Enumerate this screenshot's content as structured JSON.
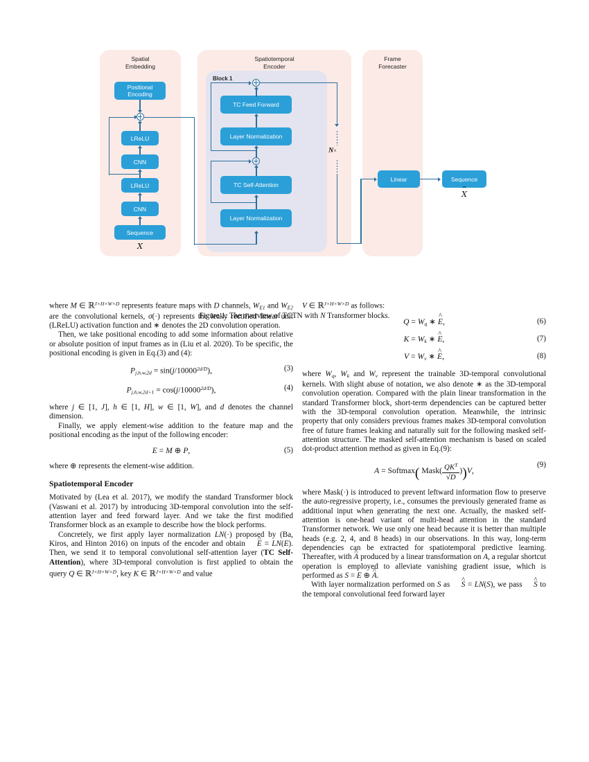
{
  "figure": {
    "panels": [
      {
        "title": "Spatial\nEmbedding"
      },
      {
        "title": "Spatiotemporal\nEncoder"
      },
      {
        "title": "Frame\nForecaster"
      }
    ],
    "block_label": "Block 1",
    "spatial_boxes": [
      {
        "label": "Positional\nEncoding"
      },
      {
        "label": "LReLU"
      },
      {
        "label": "CNN"
      },
      {
        "label": "LReLU"
      },
      {
        "label": "CNN"
      },
      {
        "label": "Sequence"
      }
    ],
    "encoder_boxes": [
      {
        "label": "TC Feed Forward"
      },
      {
        "label": "Layer Normalization"
      },
      {
        "label": "TC Self-Attention"
      },
      {
        "label": "Layer Normalization"
      }
    ],
    "forecaster_boxes": [
      {
        "label": "Linear"
      },
      {
        "label": "Sequence"
      }
    ],
    "repeat_label": "N",
    "repeat_times": "×",
    "input_symbol": "ᵏ3",
    "input_symbol_text": "X",
    "output_symbol_text": "X",
    "colors": {
      "box_blue": "#2b9fd8",
      "panel_pink": "#fbeae6",
      "subpanel_lavender": "#e3e4ef",
      "arrow_blue": "#2c6e9c"
    },
    "caption_prefix": "Figure 1: The overview of TCTN with ",
    "caption_var": "N",
    "caption_suffix": " Transformer blocks."
  },
  "left_column": {
    "p1_a": "where ",
    "p1_b": " represents feature maps with ",
    "p1_c": " channels, ",
    "p1_d": " and ",
    "p1_e": " are the convolutional kernels, ",
    "p1_f": " represents the leaky rectified linear unit (LReLU) activation function and ",
    "p1_g": " denotes the 2D convolution operation.",
    "p2": "Then, we take positional encoding to add some information about relative or absolute position of input frames as in (Liu et al. 2020). To be specific, the positional encoding is given in Eq.(3) and (4):",
    "eq3_num": "(3)",
    "eq4_num": "(4)",
    "p3_a": "where ",
    "p3_b": ", ",
    "p3_c": ", ",
    "p3_d": ", and ",
    "p3_e": " denotes the channel dimension.",
    "p4": "Finally, we apply element-wise addition to the feature map and the positional encoding as the input of the following encoder:",
    "eq5_num": "(5)",
    "p5_a": "where ",
    "p5_b": " represents the element-wise addition.",
    "section_heading": "Spatiotemporal Encoder",
    "p6": "Motivated by (Lea et al. 2017), we modify the standard Transformer block (Vaswani et al. 2017) by introducing 3D-temporal convolution into the self-attention layer and feed forward layer. And we take the first modified Transformer block as an example to describe how the block performs.",
    "p7_a": "Concretely, we first apply layer normalization ",
    "p7_b": " proposed by (Ba, Kiros, and Hinton 2016) on inputs of the encoder and obtain ",
    "p7_c": ". Then, we send it to temporal convolutional self-attention layer (",
    "p7_bold": "TC Self-Attention",
    "p7_d": "), where 3D-temporal convolution is first applied to obtain the query ",
    "p7_e": ", key ",
    "p7_f": " and value"
  },
  "right_column": {
    "p1_a": "",
    "p1_b": " as follows:",
    "eq6_num": "(6)",
    "eq7_num": "(7)",
    "eq8_num": "(8)",
    "p2_a": "where ",
    "p2_b": ", ",
    "p2_c": " and ",
    "p2_d": " represent the trainable 3D-temporal convolutional kernels. With slight abuse of notation, we also denote ",
    "p2_e": " as the 3D-temporal convolution operation. Compared with the plain linear transformation in the standard Transformer block, short-term dependencies can be captured better with the 3D-temporal convolution operation. Meanwhile, the intrinsic property that only considers previous frames makes 3D-temporal convolution free of future frames leaking and naturally suit for the following masked self-attention structure. The masked self-attention mechanism is based on scaled dot-product attention method as given in Eq.(9):",
    "eq9_num": "(9)",
    "p3_a": "where Mask(",
    "p3_b": ") is introduced to prevent leftward information flow to preserve the auto-regressive property, i.e., consumes the previously generated frame as additional input when generating the next one. Actually, the masked self-attention is one-head variant of multi-head attention in the standard Transformer network. We use only one head because it is better than multiple heads (e.g. 2, 4, and 8 heads) in our observations. In this way, long-term dependencies can be extracted for spatiotemporal predictive learning. Thereafter, with ",
    "p3_c": " produced by a linear transformation on ",
    "p3_d": ", a regular shortcut operation is employed to alleviate vanishing gradient issue, which is performed as ",
    "p3_e": ".",
    "p4_a": "With layer normalization performed on ",
    "p4_b": " as ",
    "p4_c": ", we pass ",
    "p4_d": " to the temporal convolutional feed forward layer"
  }
}
